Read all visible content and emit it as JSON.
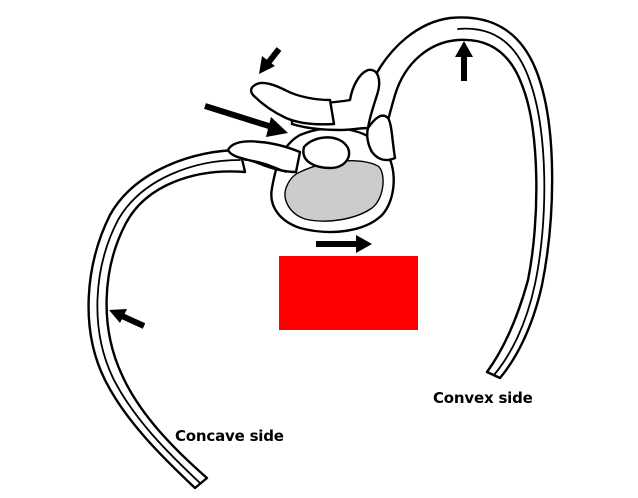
{
  "labels": {
    "concave_side": "Concave side",
    "convex_side": "Convex side"
  },
  "colors": {
    "background": "#ffffff",
    "line": "#000000",
    "vertebral_body": "#cccccc",
    "red_box": "#ff0000"
  },
  "arrows": [
    {
      "name": "arrow-top-left-small",
      "direction": "down-left"
    },
    {
      "name": "arrow-transverse-process",
      "direction": "down-right"
    },
    {
      "name": "arrow-convex-rib",
      "direction": "up"
    },
    {
      "name": "arrow-vertebral-body",
      "direction": "right"
    },
    {
      "name": "arrow-concave-rib",
      "direction": "up-left"
    }
  ]
}
